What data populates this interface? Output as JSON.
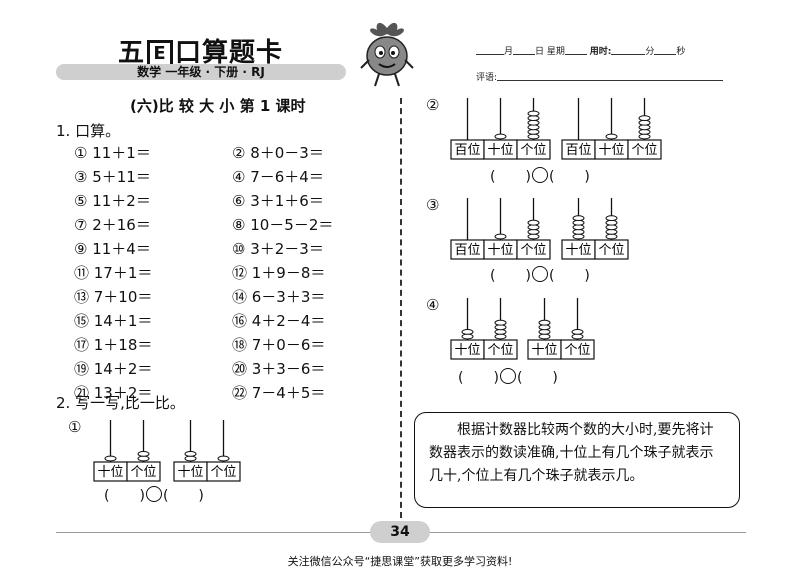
{
  "header": {
    "brand_pre": "五",
    "brand_e": "E",
    "brand_post": "口算题卡",
    "subtitle": "数学  一年级 · 下册 · RJ",
    "date_line": {
      "month": "月",
      "day": "日",
      "weekday": "星期",
      "time_used": "用时:",
      "minute": "分",
      "second": "秒"
    },
    "comment_label": "评语:"
  },
  "title": "(六)比 较 大 小   第 1 课时",
  "section1": {
    "label": "1. 口算。",
    "left": [
      "① 11＋1＝",
      "③ 5＋11＝",
      "⑤ 11＋2＝",
      "⑦ 2＋16＝",
      "⑨ 11＋4＝",
      "⑪ 17＋1＝",
      "⑬ 7＋10＝",
      "⑮ 14＋1＝",
      "⑰ 1＋18＝",
      "⑲ 14＋2＝",
      "㉑ 13＋2＝"
    ],
    "right": [
      "② 8＋0－3＝",
      "④ 7－6＋4＝",
      "⑥ 3＋1＋6＝",
      "⑧ 10－5－2＝",
      "⑩ 3＋2－3＝",
      "⑫ 1＋9－8＝",
      "⑭ 6－3＋3＝",
      "⑯ 4＋2－4＝",
      "⑱ 7＋0－6＝",
      "⑳ 3＋3－6＝",
      "㉒ 7－4＋5＝"
    ]
  },
  "section2": {
    "label": "2. 写一写,比一比。",
    "items": [
      {
        "num": "①",
        "abaci": [
          {
            "labels": [
              "十位",
              "个位"
            ],
            "beads": [
              1,
              2
            ]
          },
          {
            "labels": [
              "十位",
              "个位"
            ],
            "beads": [
              2,
              1
            ]
          }
        ]
      },
      {
        "num": "②",
        "abaci": [
          {
            "labels": [
              "百位",
              "十位",
              "个位"
            ],
            "beads": [
              0,
              1,
              6
            ]
          },
          {
            "labels": [
              "百位",
              "十位",
              "个位"
            ],
            "beads": [
              0,
              1,
              5
            ]
          }
        ]
      },
      {
        "num": "③",
        "abaci": [
          {
            "labels": [
              "百位",
              "十位",
              "个位"
            ],
            "beads": [
              0,
              1,
              4
            ]
          },
          {
            "labels": [
              "十位",
              "个位"
            ],
            "beads": [
              5,
              5
            ]
          }
        ]
      },
      {
        "num": "④",
        "abaci": [
          {
            "labels": [
              "十位",
              "个位"
            ],
            "beads": [
              2,
              4
            ]
          },
          {
            "labels": [
              "十位",
              "个位"
            ],
            "beads": [
              4,
              2
            ]
          }
        ]
      }
    ],
    "compare": "(    )◯(    )"
  },
  "tip": "根据计数器比较两个数的大小时,要先将计数器表示的数读准确,十位上有几个珠子就表示几十,个位上有几个珠子就表示几。",
  "page_number": "34",
  "footnote": "关注微信公众号“捷思课堂”获取更多学习资料!"
}
